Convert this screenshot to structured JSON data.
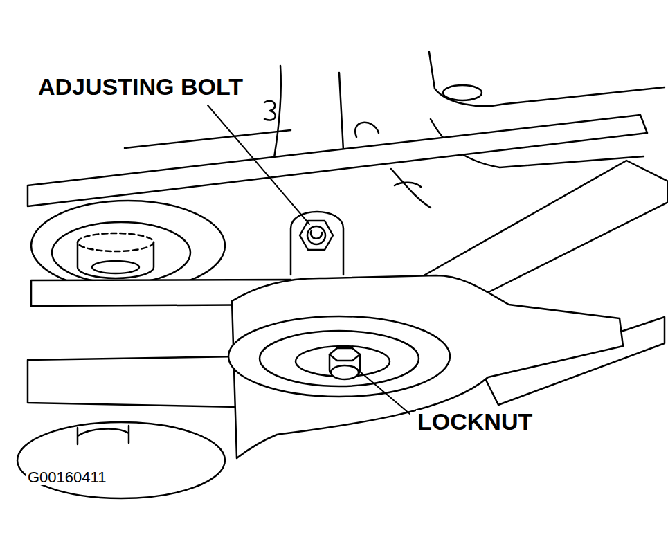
{
  "diagram": {
    "labels": [
      "ADJUSTING BOLT",
      "LOCKNUT",
      "G00160411"
    ]
  }
}
